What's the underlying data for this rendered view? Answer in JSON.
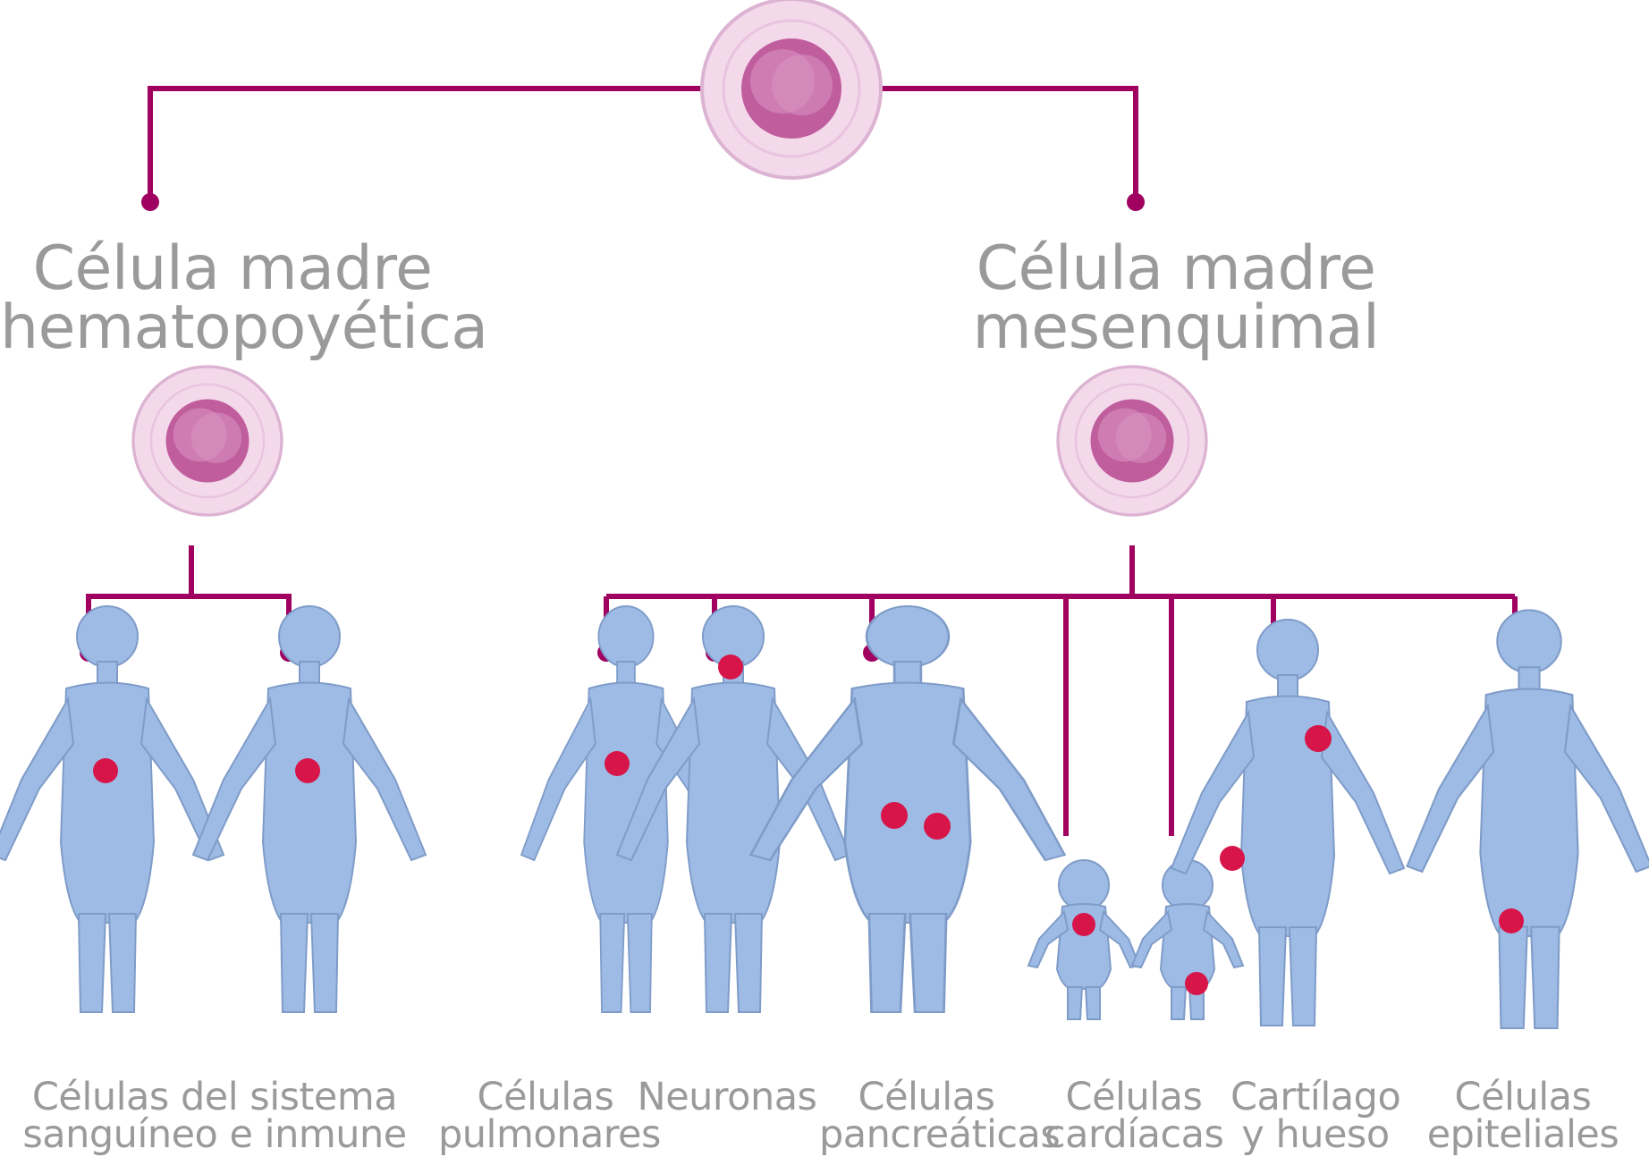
{
  "colors": {
    "connector": "#a0005f",
    "cell_outer": "#f3d7ea",
    "cell_ring": "#dca8cf",
    "cell_nucleus": "#c2639f",
    "body": "#9dbbe5",
    "body_outline": "#7f9cc8",
    "highlight": "#d81549",
    "label": "#9a9a9a"
  },
  "root": {
    "icon": "stem-cell-icon"
  },
  "branches": [
    {
      "title_line1": "Célula madre",
      "title_line2": "hematopoyética",
      "icon": "stem-cell-icon",
      "targets": [
        {
          "line1": "Células del sistema",
          "line2": "sanguíneo e inmune"
        }
      ]
    },
    {
      "title_line1": "Célula madre",
      "title_line2": "mesenquimal",
      "icon": "stem-cell-icon",
      "targets": [
        {
          "line1": "Células",
          "line2": "pulmonares"
        },
        {
          "line1": "Neuronas",
          "line2": ""
        },
        {
          "line1": "Células",
          "line2": "pancreáticas"
        },
        {
          "line1": "Células",
          "line2": "cardíacas"
        },
        {
          "line1": "Cartílago",
          "line2": "y hueso"
        },
        {
          "line1": "Células",
          "line2": "epiteliales"
        }
      ]
    }
  ]
}
